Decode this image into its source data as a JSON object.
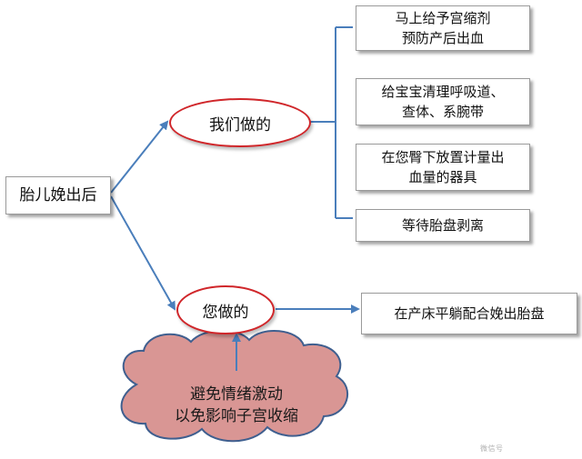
{
  "root": {
    "label": "胎儿娩出后"
  },
  "branches": {
    "we": {
      "label": "我们做的"
    },
    "you": {
      "label": "您做的"
    }
  },
  "we_actions": [
    {
      "line1": "马上给予宫缩剂",
      "line2": "预防产后出血"
    },
    {
      "line1": "给宝宝清理呼吸道、",
      "line2": "查体、系腕带"
    },
    {
      "line1": "在您臀下放置计量出",
      "line2": "血量的器具"
    },
    {
      "line1": "等待胎盘剥离",
      "line2": ""
    }
  ],
  "you_action": {
    "label": "在产床平躺配合娩出胎盘"
  },
  "cloud": {
    "line1": "避免情绪激动",
    "line2": "以免影响子宫收缩"
  },
  "watermark": "微信号",
  "colors": {
    "arrow": "#4a7ebb",
    "ellipse_border": "#d0262a",
    "cloud_fill": "#d99694",
    "cloud_border": "#3f5f8f",
    "box_border": "#9a9a9a"
  }
}
